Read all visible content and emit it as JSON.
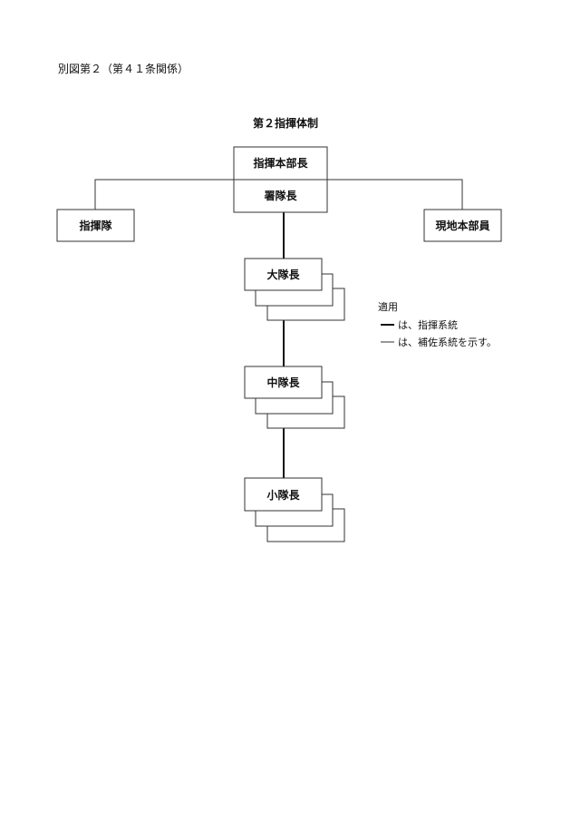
{
  "document": {
    "heading": "別図第２（第４１条関係）",
    "title": "第２指揮体制"
  },
  "diagram": {
    "hq_top": "指揮本部長",
    "hq_bottom": "署隊長",
    "left_box": "指揮隊",
    "right_box": "現地本部員",
    "battalion": "大隊長",
    "company": "中隊長",
    "squad": "小隊長"
  },
  "legend": {
    "title": "適用",
    "command_line": "は、指揮系統",
    "support_line": "は、補佐系統を示す。"
  }
}
